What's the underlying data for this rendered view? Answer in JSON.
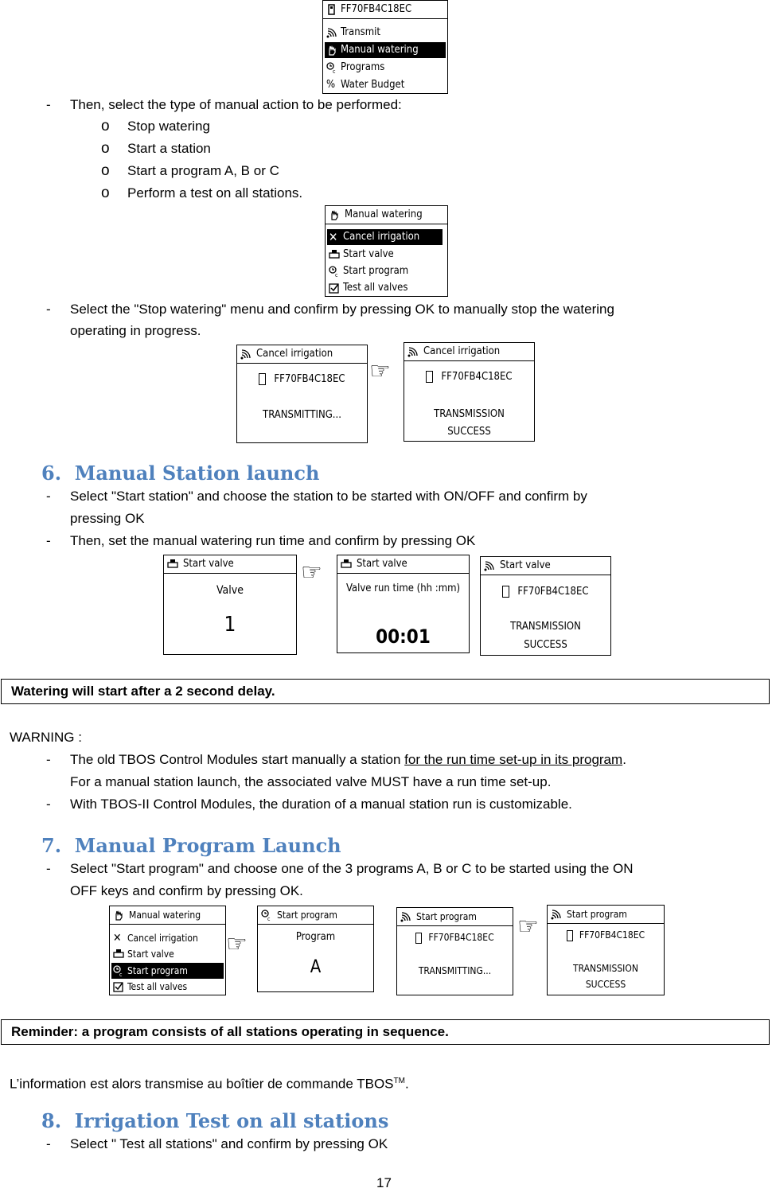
{
  "screens": {
    "main_menu": {
      "title": "FF70FB4C18EC",
      "items": [
        "Transmit",
        "Manual watering",
        "Programs",
        "Water Budget"
      ],
      "selected": 1
    },
    "manual_menu": {
      "title": "Manual watering",
      "items": [
        "Cancel irrigation",
        "Start valve",
        "Start program",
        "Test all valves"
      ],
      "selected_first": 0,
      "selected_second": 2
    },
    "cancel_a": {
      "title": "Cancel irrigation",
      "id": "FF70FB4C18EC",
      "line1": "TRANSMITTING..."
    },
    "cancel_b": {
      "title": "Cancel irrigation",
      "id": "FF70FB4C18EC",
      "line1": "TRANSMISSION",
      "line2": "SUCCESS"
    },
    "valve_a": {
      "title": "Start valve",
      "label": "Valve",
      "value": "1"
    },
    "valve_b": {
      "title": "Start valve",
      "label": "Valve run time (hh :mm)",
      "value": "00:01"
    },
    "valve_c": {
      "title": "Start valve",
      "id": "FF70FB4C18EC",
      "line1": "TRANSMISSION",
      "line2": "SUCCESS"
    },
    "prog_a": {
      "title": "Start program",
      "label": "Program",
      "value": "A"
    },
    "prog_b": {
      "title": "Start program",
      "id": "FF70FB4C18EC",
      "line1": "TRANSMITTING..."
    },
    "prog_c": {
      "title": "Start program",
      "id": "FF70FB4C18EC",
      "line1": "TRANSMISSION",
      "line2": "SUCCESS"
    }
  },
  "text": {
    "step_select_type": "Then, select the type of manual action to be performed:",
    "options": [
      "Stop watering",
      "Start a station",
      "Start a program A, B or C",
      "Perform a test on all stations."
    ],
    "bullet_glyph": "o",
    "dash": "-",
    "stop_line1": "Select the \"Stop watering\" menu and confirm by pressing OK to manually stop the watering",
    "stop_line2": "operating in  progress.",
    "h6_num": "6.",
    "h6_title": "Manual Station launch",
    "s6_a1": "Select \"Start station\" and choose the station to be started with ON/OFF and confirm by",
    "s6_a2": "pressing OK",
    "s6_b": "Then, set the manual watering run time and confirm by pressing OK",
    "note1": "Watering will start after a 2 second delay.",
    "warning": "WARNING :",
    "w1_pre": "The old TBOS Control Modules start manually a station ",
    "w1_link": "for the run time set-up in its program",
    "w1_post": ".",
    "w1_2": "For a manual station launch, the associated valve MUST have a run time set-up.",
    "w2": "With TBOS-II Control Modules, the duration of a manual station run is customizable.",
    "h7_num": "7.",
    "h7_title": "Manual Program Launch",
    "s7_1": "Select \"Start program\" and choose one of the 3 programs A, B or C to be started using the ON",
    "s7_2": "OFF  keys and confirm by pressing OK.",
    "note2": "Reminder: a program consists of all stations operating in sequence.",
    "info_pre": "L’information est alors transmise au boîtier de commande TBOS",
    "info_sup": "TM",
    "info_post": ".",
    "h8_num": "8.",
    "h8_title": "Irrigation Test on all stations",
    "s8": "Select \" Test all stations\" and confirm by pressing OK",
    "page_number": "17",
    "hand_glyph": "☞"
  },
  "icons": [
    "signal-icon",
    "hand-icon",
    "clock-icon",
    "percent-icon",
    "cross-icon",
    "valve-icon",
    "checkbox-icon",
    "module-icon",
    "pointing-hand-icon"
  ]
}
